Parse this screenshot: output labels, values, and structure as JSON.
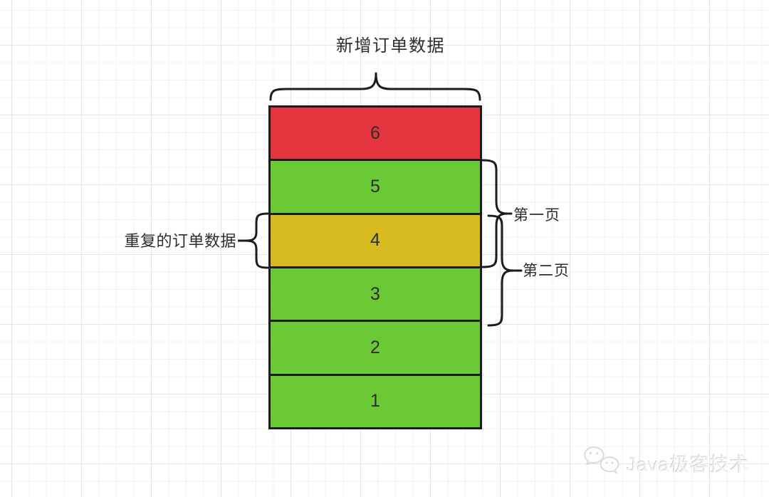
{
  "diagram": {
    "labels": {
      "top": "新增订单数据",
      "left": "重复的订单数据",
      "page1": "第一页",
      "page2": "第二页"
    },
    "stack": {
      "rows": [
        {
          "label": "6",
          "color": "#e4343e",
          "status": "new-extra"
        },
        {
          "label": "5",
          "color": "#6cc936",
          "status": "normal"
        },
        {
          "label": "4",
          "color": "#d7b920",
          "status": "duplicate"
        },
        {
          "label": "3",
          "color": "#6cc936",
          "status": "normal"
        },
        {
          "label": "2",
          "color": "#6cc936",
          "status": "normal"
        },
        {
          "label": "1",
          "color": "#6cc936",
          "status": "normal"
        }
      ]
    },
    "colors": {
      "stroke": "#1b1b20",
      "red": "#e4343e",
      "green": "#6cc936",
      "yellow": "#d7b920"
    }
  },
  "watermark": {
    "text": "Java极客技术",
    "icon": "wechat-bubbles-icon"
  }
}
